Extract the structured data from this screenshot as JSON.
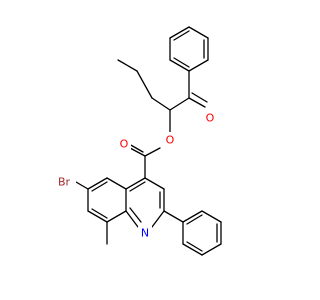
{
  "molecule": {
    "atoms": {
      "o_carbonyl_ketone": {
        "text": "O",
        "color": "#ff0000"
      },
      "o_ester_oxygen": {
        "text": "O",
        "color": "#ff0000"
      },
      "o_carbonyl_ester": {
        "text": "O",
        "color": "#ff0000"
      },
      "br": {
        "text": "Br",
        "color": "#a52a2a"
      },
      "n": {
        "text": "N",
        "color": "#0000ff"
      }
    },
    "bond_color": "#000000"
  }
}
